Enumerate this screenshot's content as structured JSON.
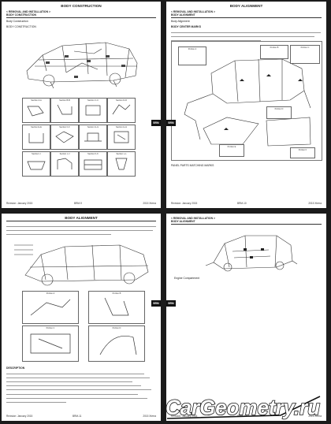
{
  "pages": [
    {
      "center_header": "BODY CONSTRUCTION",
      "section_lines": [
        "< REMOVAL AND INSTALLATION >",
        "BODY CONSTRUCTION"
      ],
      "sub_heading": "Body Construction",
      "sub_heading2": "BODY CONSTRUCTION",
      "boxes": [
        "Section A-A",
        "Section B-B",
        "Section C-C",
        "Section D-D",
        "Section E-E",
        "Section F-F",
        "Section G-G",
        "Section H-H",
        "Section I-I",
        "Section J-J",
        "Section K-K",
        "Section L-L"
      ],
      "tab": "BRM",
      "footer_left": "Revision: January 2015",
      "footer_center": "BRM-9",
      "footer_right": "2015 Xterra"
    },
    {
      "center_header": "BODY ALIGNMENT",
      "section_lines": [
        "< REMOVAL AND INSTALLATION >",
        "BODY ALIGNMENT"
      ],
      "sub_heading": "Body Alignment",
      "sub_heading2": "BODY CENTER MARKS",
      "boxes": [
        "Portion A",
        "Portion B",
        "Portion C",
        "Portion D",
        "Portion E",
        "Portion F"
      ],
      "caption": "PANEL PARTS MATCHING MARKS",
      "tab": "BRM",
      "footer_left": "Revision: January 2015",
      "footer_center": "BRM-10",
      "footer_right": "2015 Xterra"
    },
    {
      "center_header": "BODY ALIGNMENT",
      "boxes": [
        "Portion A",
        "Portion B",
        "Portion C",
        "Portion D"
      ],
      "description_heading": "DESCRIPTION",
      "tab": "BRM",
      "footer_left": "Revision: January 2015",
      "footer_center": "BRM-11",
      "footer_right": "2015 Xterra"
    },
    {
      "section_lines": [
        "< REMOVAL AND INSTALLATION >",
        "BODY ALIGNMENT"
      ],
      "sub_heading": "Engine Compartment",
      "tab": "BRM",
      "footer_left": "Revision: January 2015",
      "footer_center": "BRM-12",
      "footer_right": "2015 Xterra"
    }
  ],
  "logo": {
    "text": "CarGeometry.ru"
  }
}
